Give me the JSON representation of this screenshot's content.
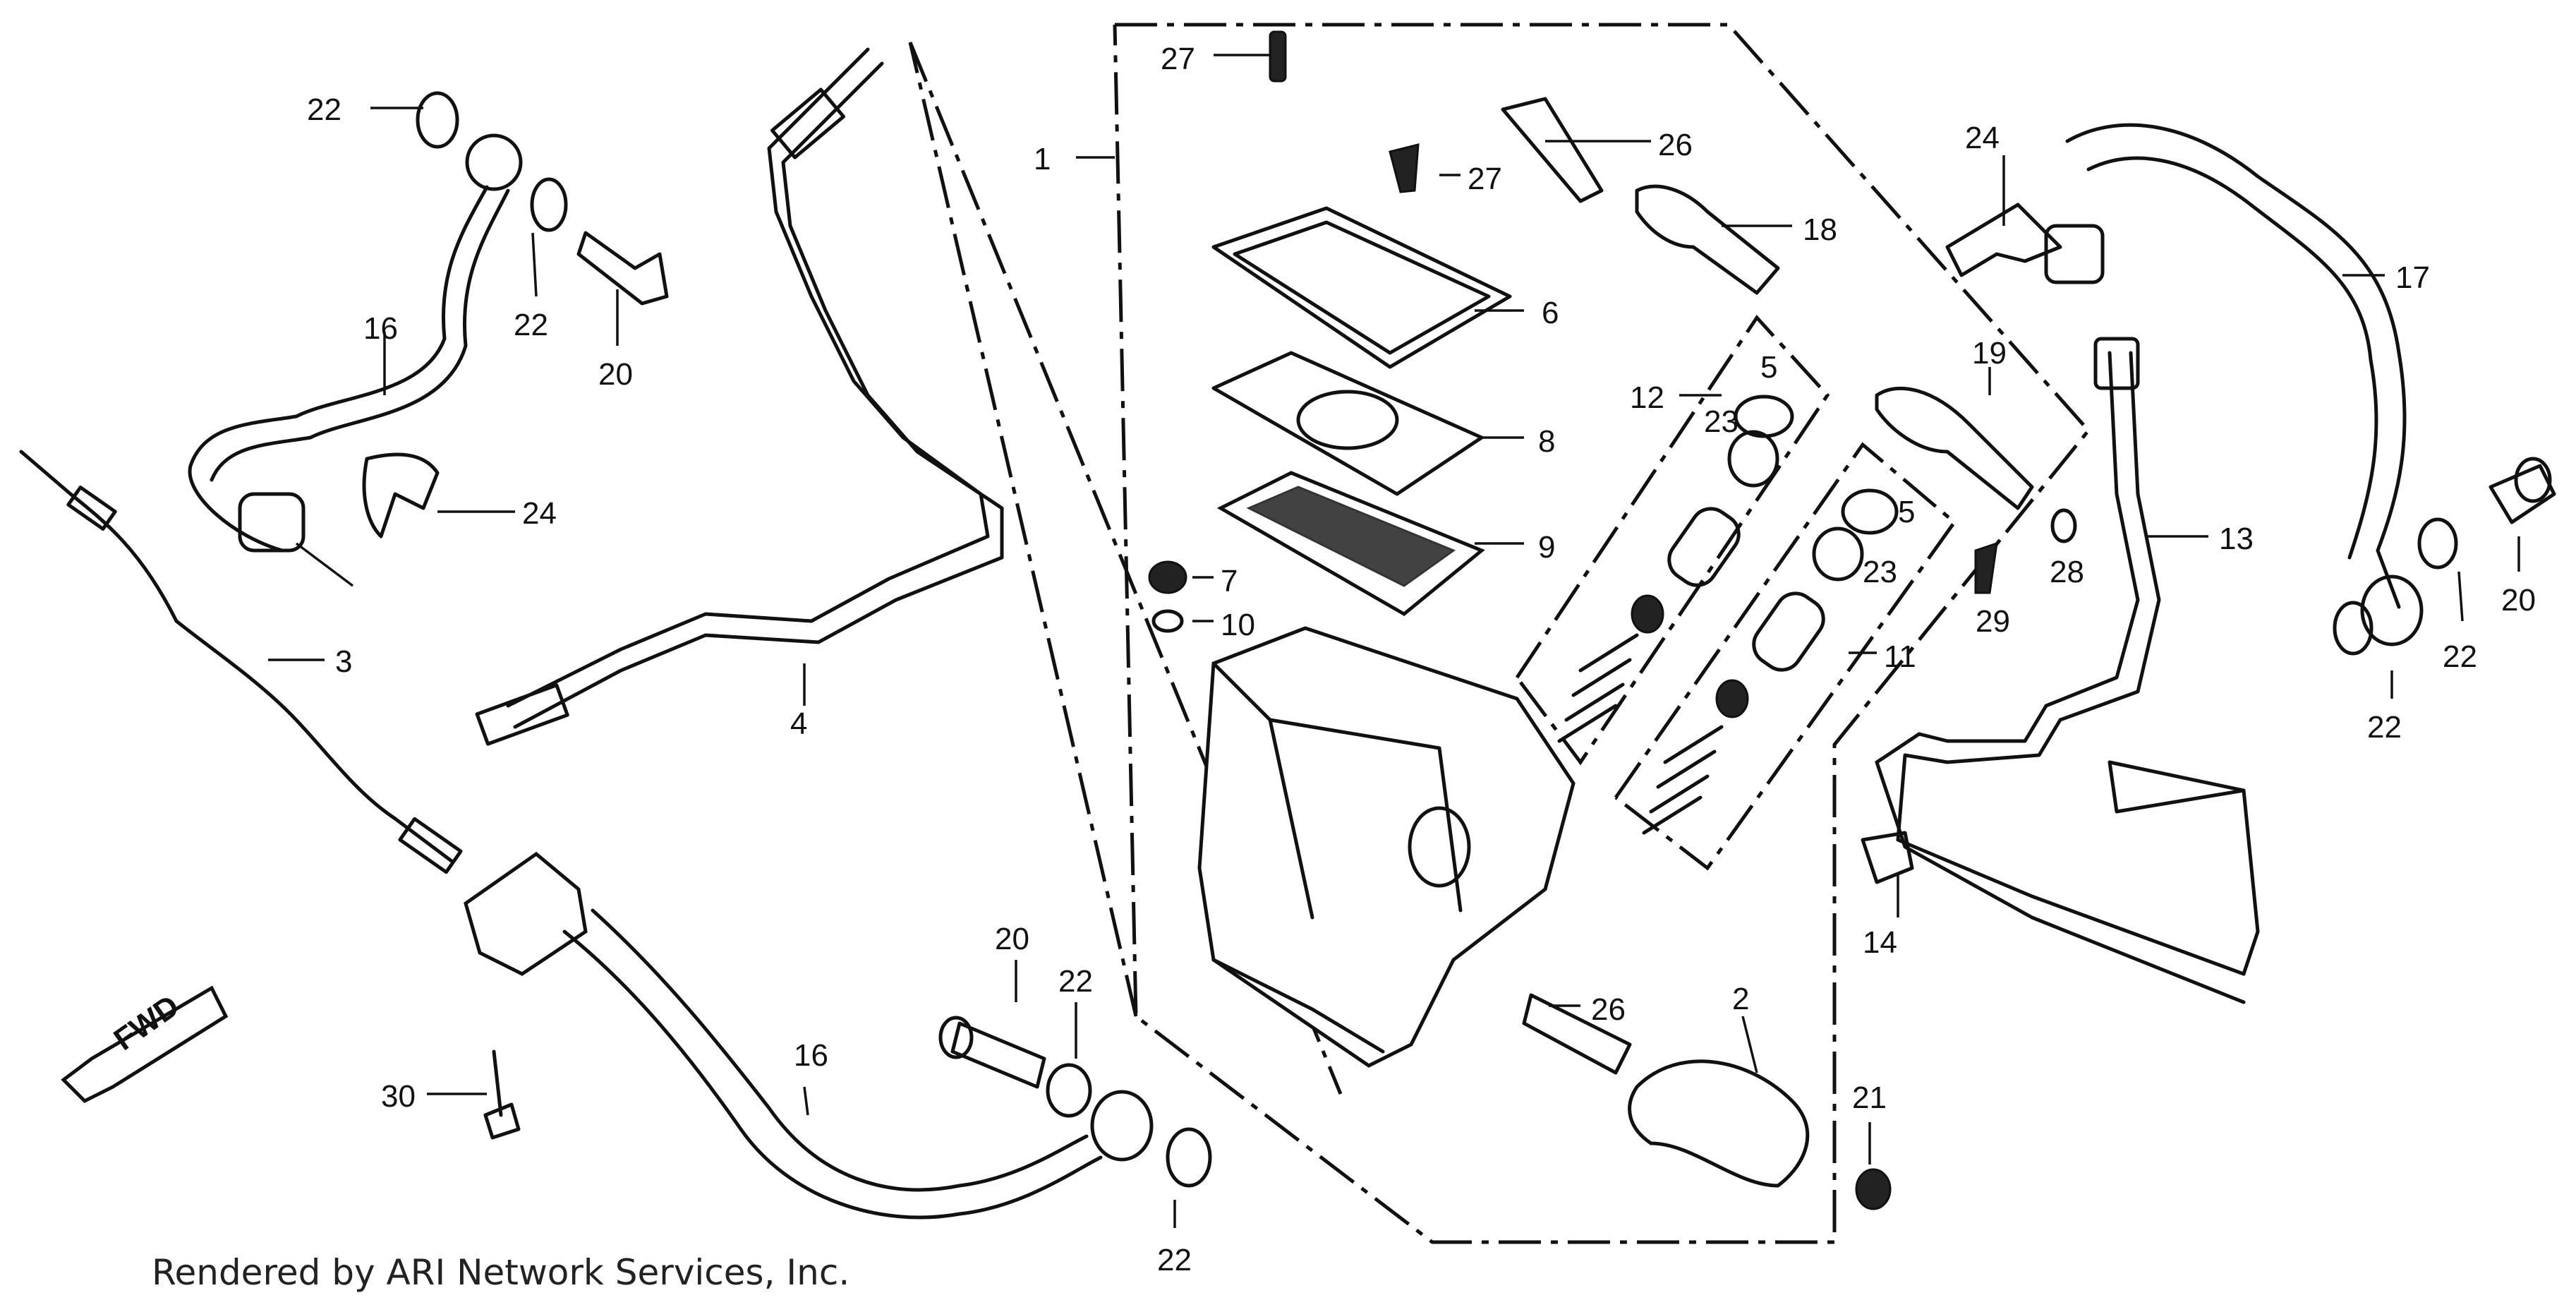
{
  "diagram": {
    "credit": "Rendered by ARI Network Services, Inc.",
    "direction_label": "FWD",
    "callouts": {
      "c1": "1",
      "c2": "2",
      "c3": "3",
      "c4": "4",
      "c5a": "5",
      "c5b": "5",
      "c6": "6",
      "c7": "7",
      "c8": "8",
      "c9": "9",
      "c10": "10",
      "c11": "11",
      "c12": "12",
      "c13": "13",
      "c14": "14",
      "c16a": "16",
      "c16b": "16",
      "c17": "17",
      "c18": "18",
      "c19": "19",
      "c20a": "20",
      "c20b": "20",
      "c20c": "20",
      "c21": "21",
      "c22a": "22",
      "c22b": "22",
      "c22c": "22",
      "c22d": "22",
      "c22e": "22",
      "c22f": "22",
      "c23a": "23",
      "c23b": "23",
      "c24a": "24",
      "c24b": "24",
      "c26a": "26",
      "c26b": "26",
      "c27a": "27",
      "c27b": "27",
      "c28": "28",
      "c29": "29",
      "c30": "30"
    }
  }
}
